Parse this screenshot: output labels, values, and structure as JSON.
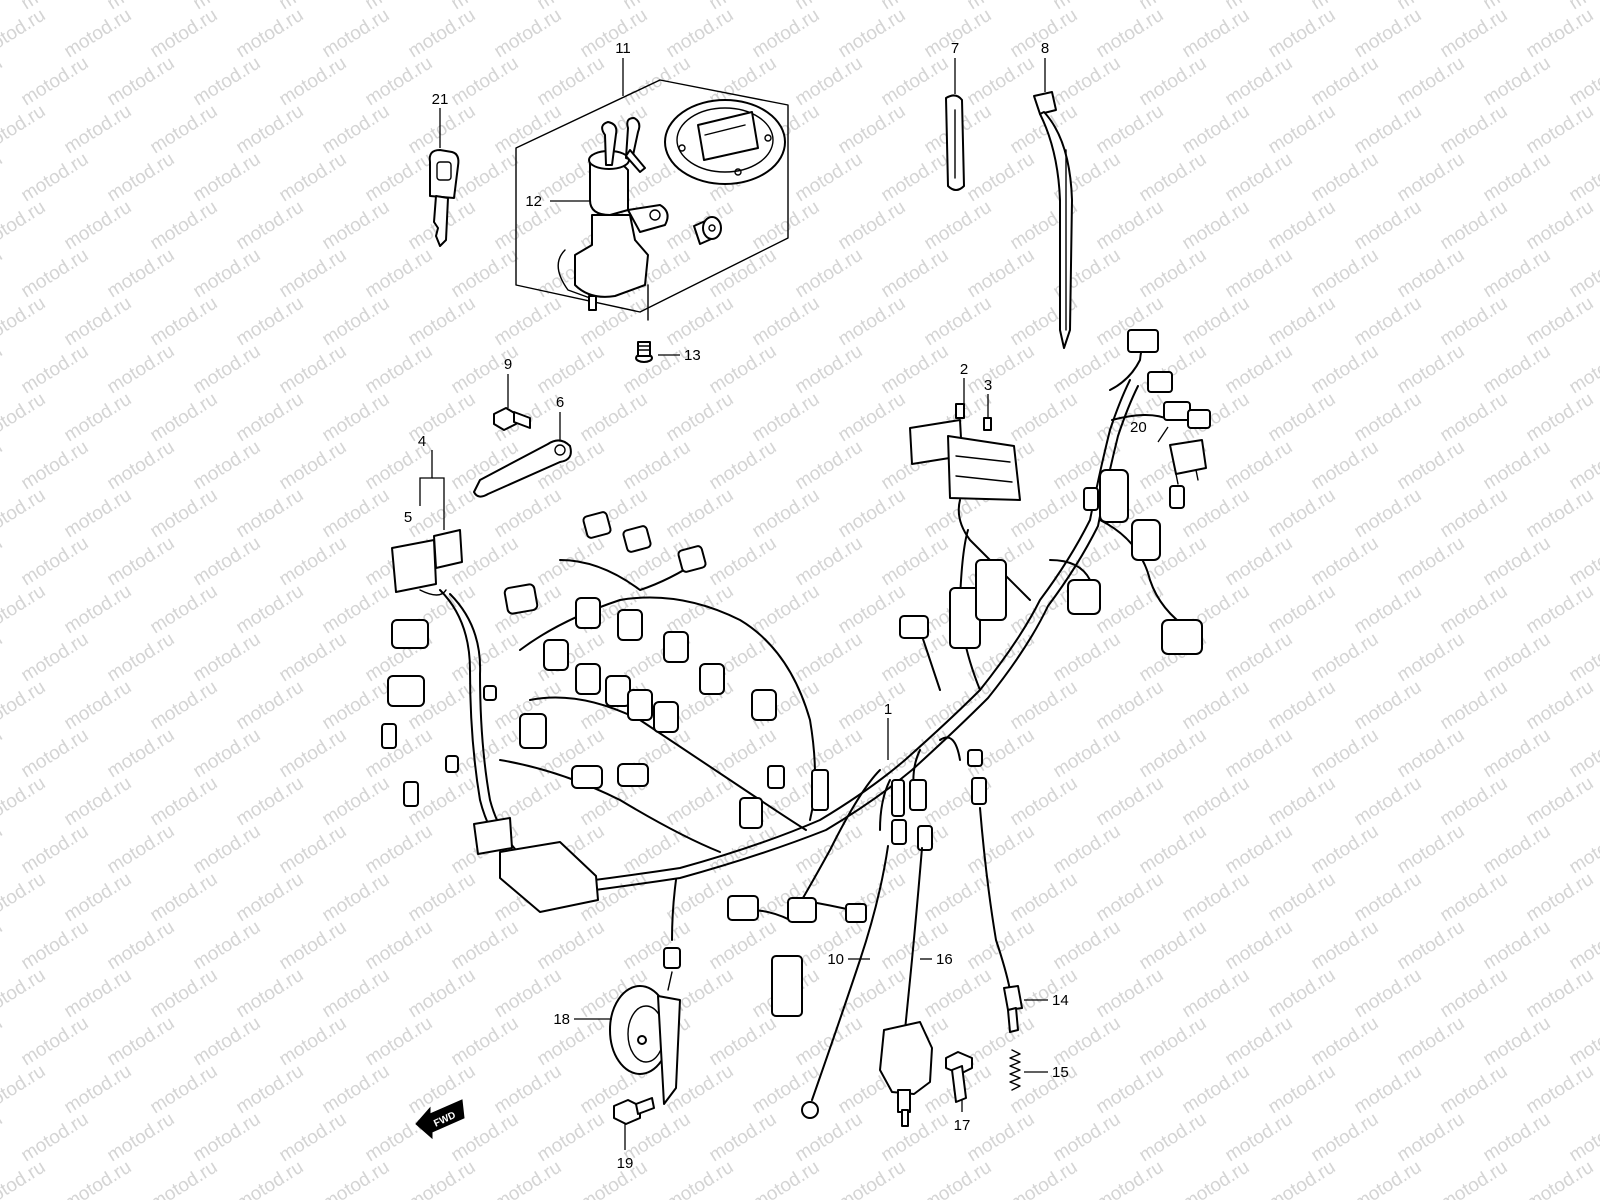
{
  "watermark": {
    "text": "motod.ru"
  },
  "direction_marker": {
    "label": "FWD"
  },
  "callouts": [
    {
      "id": "callout-1",
      "label": "1"
    },
    {
      "id": "callout-2",
      "label": "2"
    },
    {
      "id": "callout-3",
      "label": "3"
    },
    {
      "id": "callout-4",
      "label": "4"
    },
    {
      "id": "callout-5",
      "label": "5"
    },
    {
      "id": "callout-6",
      "label": "6"
    },
    {
      "id": "callout-7",
      "label": "7"
    },
    {
      "id": "callout-8",
      "label": "8"
    },
    {
      "id": "callout-9",
      "label": "9"
    },
    {
      "id": "callout-10",
      "label": "10"
    },
    {
      "id": "callout-11",
      "label": "11"
    },
    {
      "id": "callout-12",
      "label": "12"
    },
    {
      "id": "callout-13",
      "label": "13"
    },
    {
      "id": "callout-14",
      "label": "14"
    },
    {
      "id": "callout-15",
      "label": "15"
    },
    {
      "id": "callout-16",
      "label": "16"
    },
    {
      "id": "callout-17",
      "label": "17"
    },
    {
      "id": "callout-18",
      "label": "18"
    },
    {
      "id": "callout-19",
      "label": "19"
    },
    {
      "id": "callout-20",
      "label": "20"
    },
    {
      "id": "callout-21",
      "label": "21"
    }
  ]
}
